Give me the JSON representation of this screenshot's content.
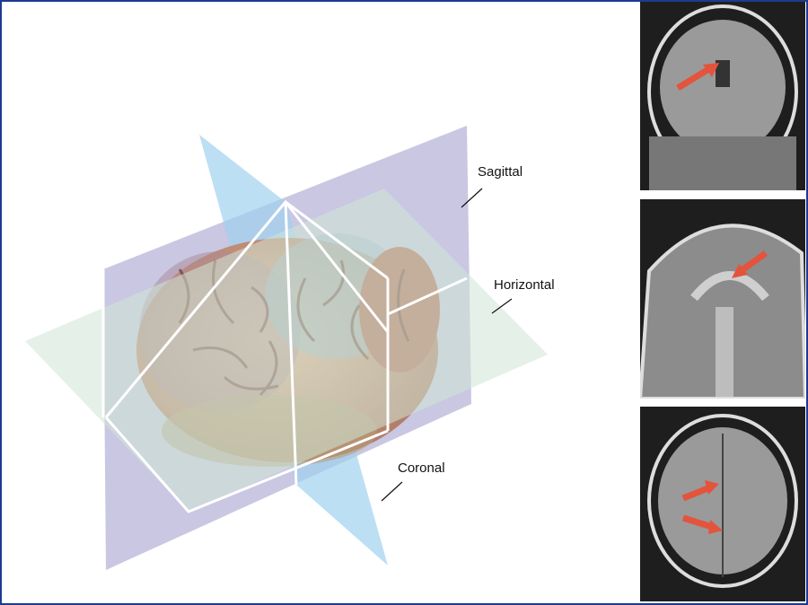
{
  "labels": {
    "sagittal": "Sagittal",
    "horizontal": "Horizontal",
    "coronal": "Coronal"
  },
  "colors": {
    "frame": "#1d3a8f",
    "sagittal_plane": "#b7b4d8",
    "horizontal_plane": "#cfe6d6",
    "coronal_plane": "#9fd2ee",
    "arrow": "#e4533c"
  },
  "mri_panels": [
    {
      "view": "coronal",
      "arrows": 1
    },
    {
      "view": "sagittal",
      "arrows": 1
    },
    {
      "view": "coronal",
      "arrows": 2
    }
  ]
}
